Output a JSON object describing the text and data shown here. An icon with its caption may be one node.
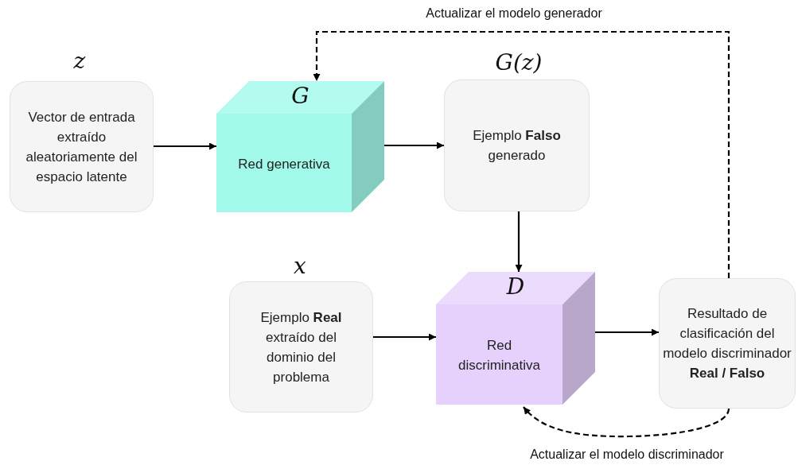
{
  "diagram": {
    "nodes": [
      {
        "text": [
          "Vector de entrada extraído aleatoriamente del espacio latente"
        ],
        "beside": [
          "z"
        ]
      },
      {
        "text": [
          "G",
          "Red generativa"
        ]
      },
      {
        "text": [
          "Ejemplo **Falso** generado"
        ],
        "beside": [
          "G(z)"
        ]
      },
      {
        "text": [
          "Ejemplo **Real** extraído del dominio del problema"
        ],
        "beside": [
          "x"
        ]
      },
      {
        "text": [
          "D",
          "Red discriminativa"
        ]
      },
      {
        "text": [
          "Resultado de clasificación del modelo discriminador **Real / Falso**"
        ]
      }
    ],
    "edges": [
      {
        "from": 0,
        "to": 1,
        "arrow": "to"
      },
      {
        "from": 1,
        "to": 2,
        "arrow": "to"
      },
      {
        "from": 2,
        "to": 4,
        "arrow": "to"
      },
      {
        "from": 3,
        "to": 4,
        "arrow": "to"
      },
      {
        "from": 4,
        "to": 5,
        "arrow": "to"
      },
      {
        "from": 5,
        "to": 1,
        "arrow": "to",
        "label": "Actualizar el modelo generador",
        "style": "dashed"
      },
      {
        "from": 5,
        "to": 4,
        "arrow": "to",
        "label": "Actualizar el modelo discriminador",
        "style": "dashed"
      }
    ]
  }
}
